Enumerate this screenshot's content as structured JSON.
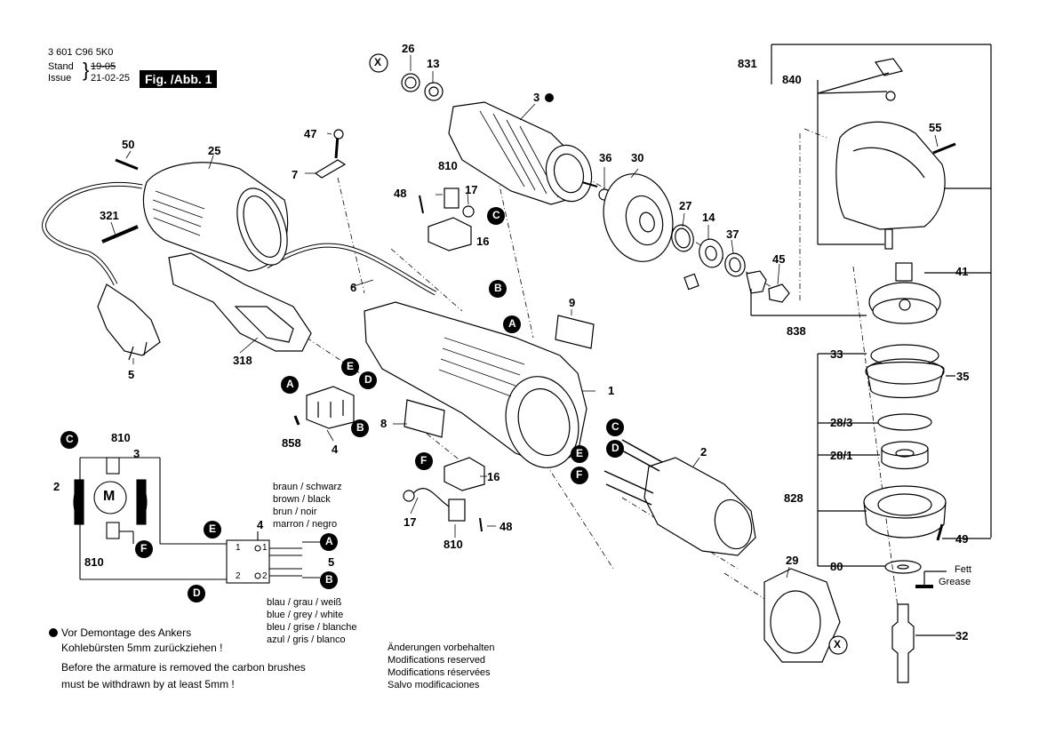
{
  "header": {
    "part_number": "3 601 C96 5K0",
    "stand_label": "Stand",
    "issue_label": "Issue",
    "stand_old": "19-05",
    "issue_date": "21-02-25",
    "figure_label": "Fig. /Abb. 1"
  },
  "parts": [
    "26",
    "13",
    "3",
    "47",
    "7",
    "50",
    "25",
    "321",
    "810",
    "48",
    "17",
    "16",
    "36",
    "30",
    "27",
    "14",
    "37",
    "45",
    "831",
    "840",
    "55",
    "41",
    "6",
    "5",
    "318",
    "9",
    "1",
    "838",
    "33",
    "35",
    "858",
    "4",
    "8",
    "28/3",
    "28/1",
    "2",
    "828",
    "16",
    "17",
    "810",
    "48",
    "49",
    "29",
    "80",
    "32"
  ],
  "circle_labels": {
    "x": "X",
    "a": "A",
    "b": "B",
    "c": "C",
    "d": "D",
    "e": "E",
    "f": "F",
    "m": "M"
  },
  "wiring": {
    "colors_top": [
      "braun  / schwarz",
      "brown  / black",
      "brun   / noir",
      "marron / negro"
    ],
    "colors_bottom": [
      "blau / grau / weiß",
      "blue / grey / white",
      "bleu / grise / blanche",
      "azul / gris  / blanco"
    ],
    "terminal_1": "1",
    "terminal_2": "2",
    "labels": {
      "n810a": "810",
      "n810b": "810",
      "n3": "3",
      "n2": "2",
      "n4": "4",
      "n5": "5"
    }
  },
  "notes": {
    "de_line1": "Vor Demontage des Ankers",
    "de_line2": "Kohlebürsten 5mm zurückziehen !",
    "en_line1": "Before the armature is removed the carbon brushes",
    "en_line2": "must be withdrawn by at least 5mm !",
    "mod_de": "Änderungen vorbehalten",
    "mod_en": "Modifications reserved",
    "mod_fr": "Modifications réservées",
    "mod_es": "Salvo modificaciones"
  },
  "grease": {
    "de": "Fett",
    "en": "Grease"
  }
}
